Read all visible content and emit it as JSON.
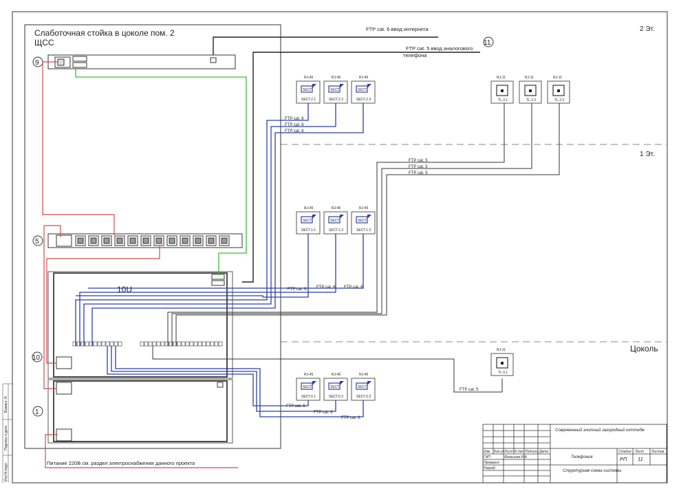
{
  "rack": {
    "title": "Слаботочная стойка в цоколе пом. 2",
    "subtitle": "ЩСС",
    "unit_label": "10U",
    "power_note": "Питание 220В см. раздел электроснабжения данного проекта"
  },
  "callouts": [
    "9",
    "5",
    "10",
    "1",
    "11"
  ],
  "inputs": {
    "internet": "FTP cat. 6  ввод интернета",
    "phone_1": "FTP cat. 5  ввод аналогового",
    "phone_2": "телефона"
  },
  "floors": {
    "floor2": "2 Эт.",
    "floor1": "1 Эт.",
    "basement": "Цоколь"
  },
  "sockets": {
    "rj45_label": "RJ-45",
    "rj11_label": "RJ-11",
    "sect_label": "SECT",
    "floor2_rj45": [
      "SECT.2.1",
      "SECT.2.2",
      "SECT.2.3"
    ],
    "floor2_rj11": [
      "TL.2.1",
      "TL.2.2",
      "TL.2.3"
    ],
    "floor1_rj45": [
      "SECT.1.1",
      "SECT.1.2",
      "SECT.1.3"
    ],
    "basement_rj45": [
      "SECT.0.1",
      "SECT.0.2",
      "SECT.0.3"
    ],
    "basement_rj11": [
      "TL.0.1"
    ]
  },
  "cables": {
    "cat6": "FTP cat. 6",
    "cat5": "FTP cat. 5"
  },
  "side_stamps": [
    "Взамен. N",
    "Подпись и дата",
    "Инв.N подл."
  ],
  "title_block": {
    "project": "Современный элитный загородный коттедж",
    "section": "Телефония",
    "drawing": "Структурная схема системы",
    "headers": [
      "Изм",
      "Кол.уч",
      "Лист",
      "N док",
      "Подпись",
      "Дата"
    ],
    "rows": [
      "ГИП",
      "Проверил",
      "Разраб."
    ],
    "author": "Малышев И.А.",
    "stage_header": "Стадия",
    "sheet_header": "Лист",
    "sheets_header": "Листов",
    "stage": "РП",
    "sheet": "11"
  }
}
